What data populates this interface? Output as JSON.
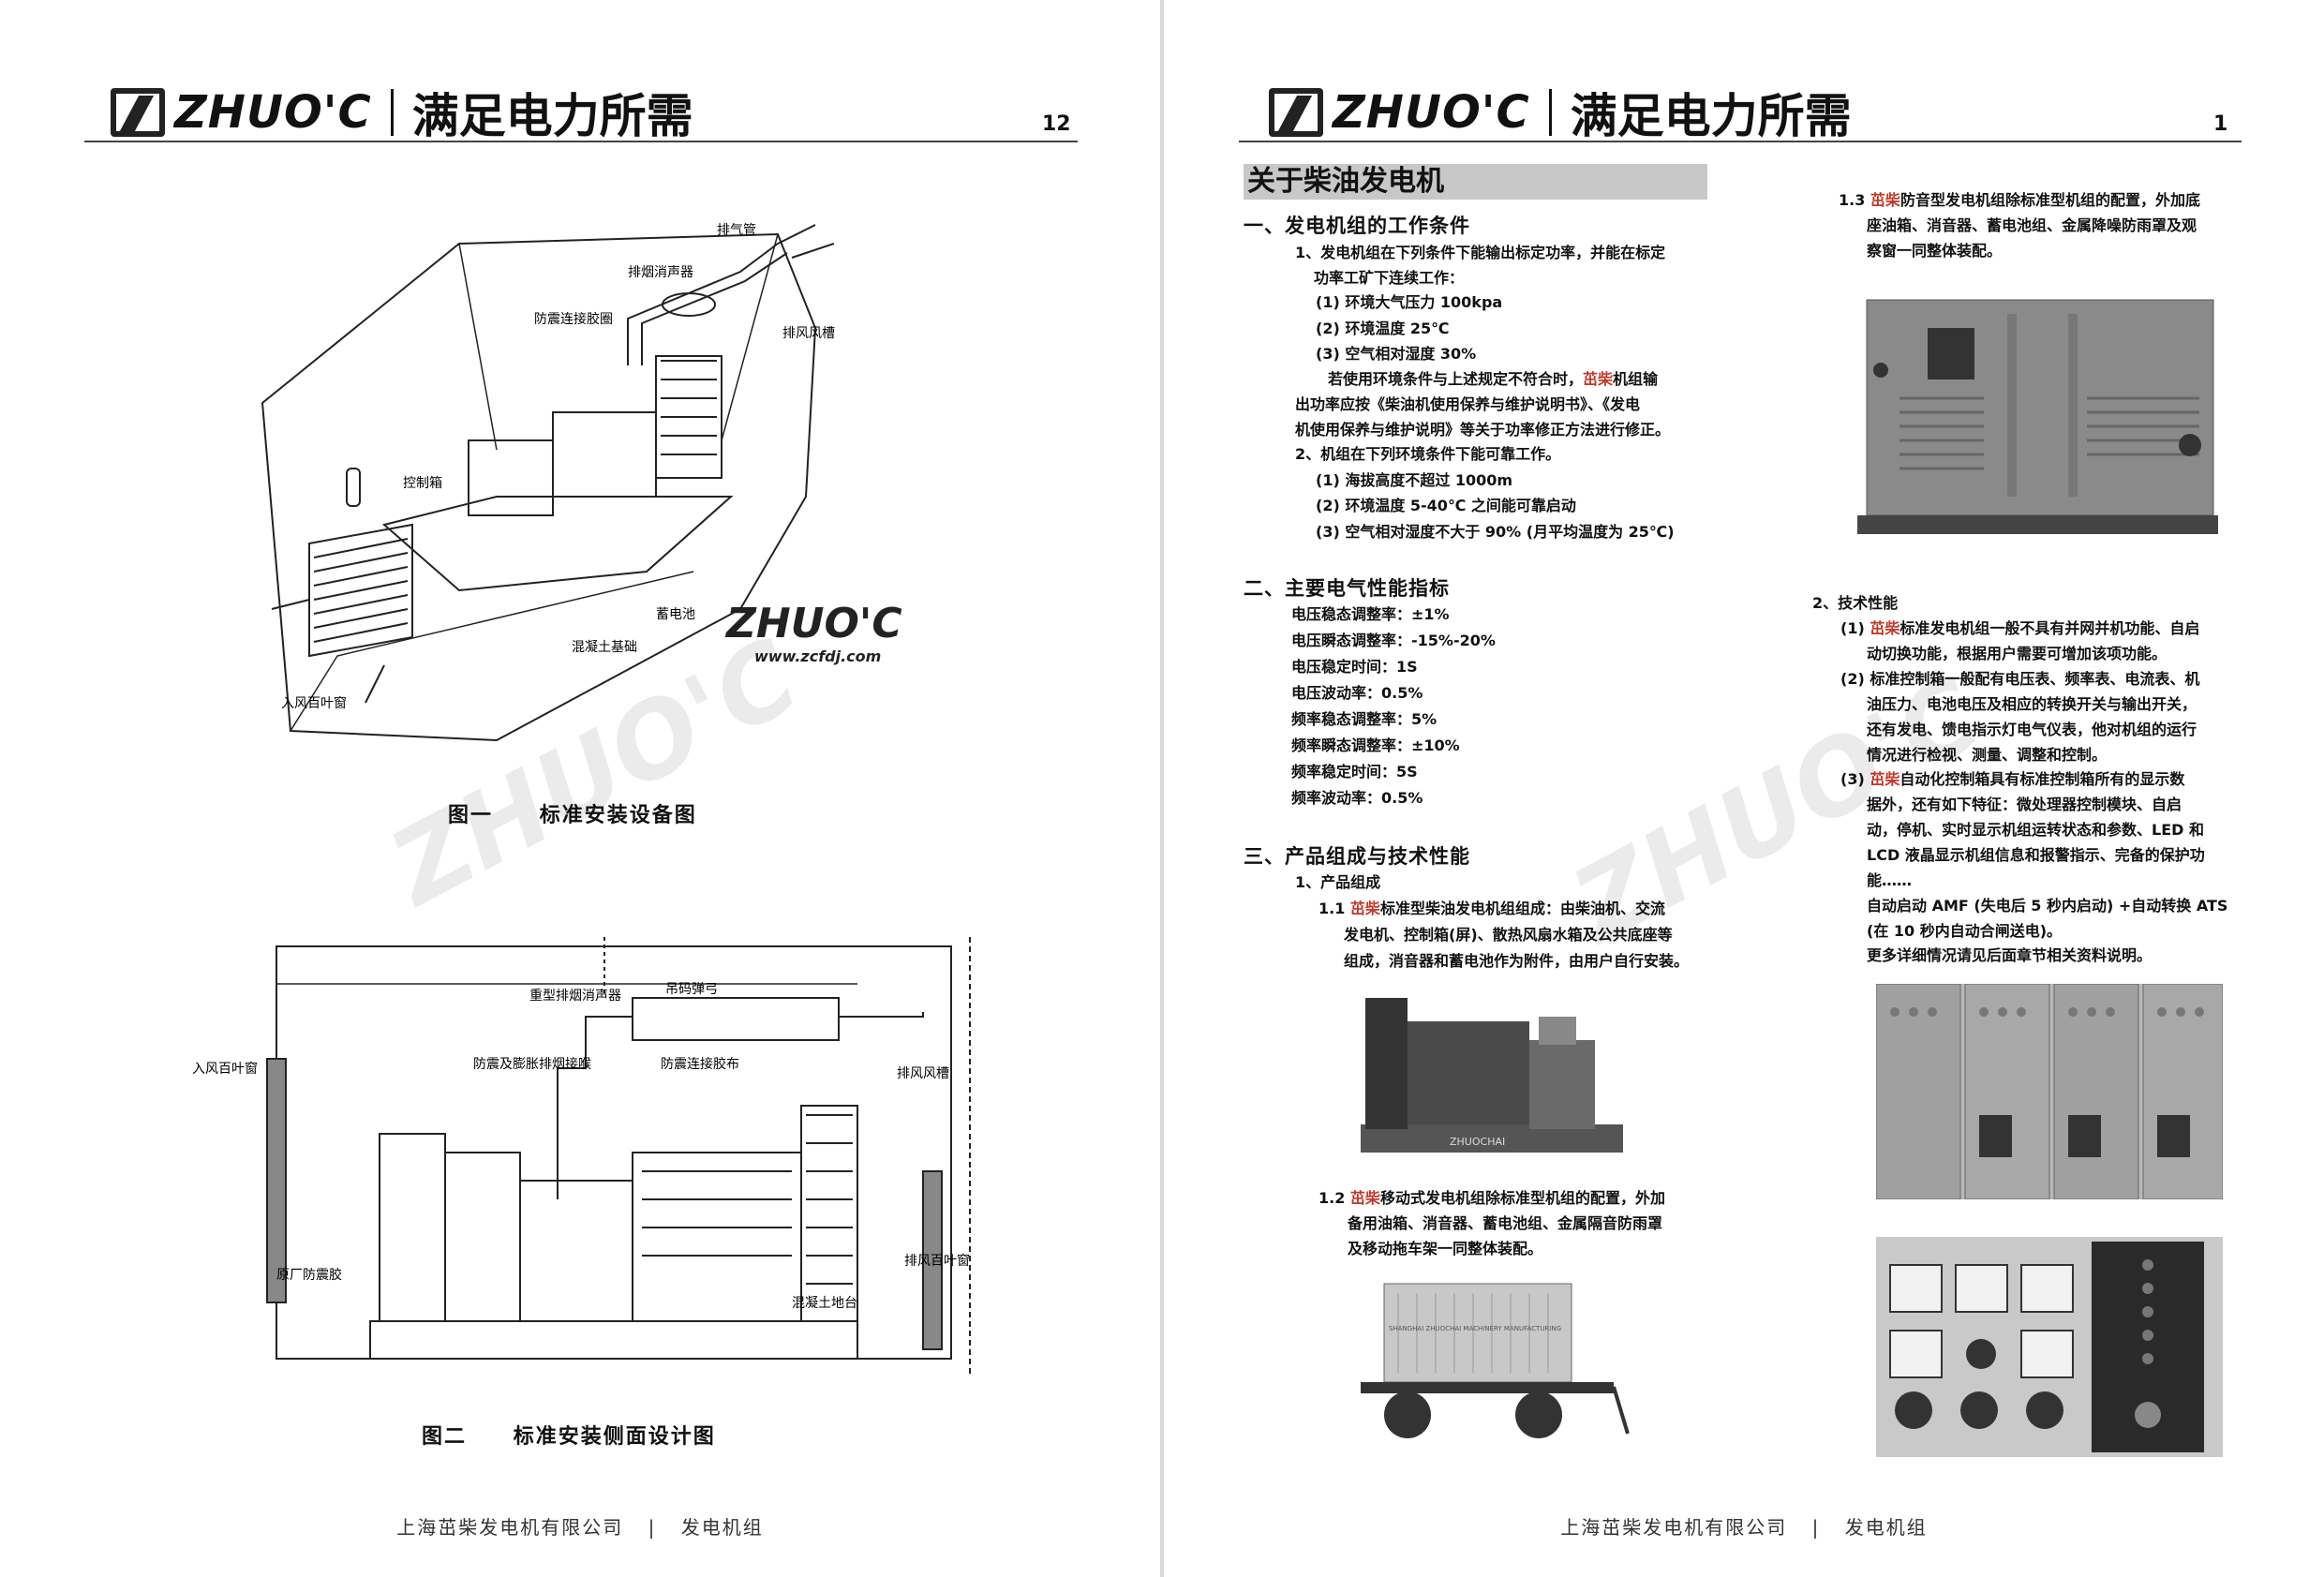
{
  "brand": {
    "name": "ZHUO'C",
    "slogan": "满足电力所需",
    "website": "www.zcfdj.com"
  },
  "left_page": {
    "page_number": "12",
    "figure1": {
      "labels": {
        "exhaust_pipe": "排气管",
        "exhaust_muffler": "排烟消声器",
        "anti_vibration": "防震连接胶圈",
        "exhaust_air_duct": "排风风槽",
        "control_box": "控制箱",
        "battery": "蓄电池",
        "concrete_base": "混凝土基础",
        "air_inlet": "入风百叶窗"
      },
      "caption_num": "图一",
      "caption_text": "标准安装设备图"
    },
    "figure2": {
      "labels": {
        "heavy_muffler": "重型排烟消声器",
        "hanging_hook": "吊码弹弓",
        "air_inlet": "入风百叶窗",
        "anti_vibration_bellows": "防震及膨胀排烟接喉",
        "anti_vibration_cloth": "防震连接胶布",
        "exhaust_duct": "排风风槽",
        "factory_rubber": "原厂防震胶",
        "exhaust_louver": "排风百叶窗",
        "concrete_base": "混凝土地台"
      },
      "caption_num": "图二",
      "caption_text": "标准安装侧面设计图"
    },
    "footer": {
      "company": "上海茁柴发电机有限公司",
      "category": "发电机组"
    }
  },
  "right_page": {
    "page_number": "1",
    "section_title": "关于柴油发电机",
    "s1": {
      "title": "一、发电机组的工作条件",
      "p1": "1、发电机组在下列条件下能输出标定功率，并能在标定",
      "p1b": "功率工矿下连续工作：",
      "c1": "(1) 环境大气压力 100kpa",
      "c2": "(2) 环境温度 25℃",
      "c3": "(3) 空气相对湿度 30%",
      "p2a": "若使用环境条件与上述规定不符合时，",
      "p2brand": "茁柴",
      "p2b": "机组输",
      "p2c": "出功率应按《柴油机使用保养与维护说明书》、《发电",
      "p2d": "机使用保养与维护说明》等关于功率修正方法进行修正。",
      "p3": "2、机组在下列环境条件下能可靠工作。",
      "d1": "(1) 海拔高度不超过 1000m",
      "d2": "(2) 环境温度 5-40℃ 之间能可靠启动",
      "d3": "(3) 空气相对湿度不大于 90% (月平均温度为 25℃)"
    },
    "s2": {
      "title": "二、主要电气性能指标",
      "items": [
        "电压稳态调整率：±1%",
        "电压瞬态调整率：-15%-20%",
        "电压稳定时间：1S",
        "电压波动率：0.5%",
        "频率稳态调整率：5%",
        "频率瞬态调整率：±10%",
        "频率稳定时间：5S",
        "频率波动率：0.5%"
      ]
    },
    "s3": {
      "title": "三、产品组成与技术性能",
      "sub": "1、产品组成",
      "i11a": "1.1 ",
      "i11brand": "茁柴",
      "i11b": "标准型柴油发电机组组成：由柴油机、交流",
      "i11c": "发电机、控制箱(屏)、散热风扇水箱及公共底座等",
      "i11d": "组成，消音器和蓄电池作为附件，由用户自行安装。",
      "i12a": "1.2 ",
      "i12brand": "茁柴",
      "i12b": "移动式发电机组除标准型机组的配置，外加",
      "i12c": "备用油箱、消音器、蓄电池组、金属隔音防雨罩",
      "i12d": "及移动拖车架一同整体装配。",
      "trailer_text": "SHANGHAI ZHUOCHAI MACHINERY MANUFACTURING",
      "engine_text": "ZHUOCHAI"
    },
    "col2": {
      "i13a": "1.3 ",
      "i13brand": "茁柴",
      "i13b": "防音型发电机组除标准型机组的配置，外加底",
      "i13c": "座油箱、消音器、蓄电池组、金属降噪防雨罩及观",
      "i13d": "察窗一同整体装配。",
      "t2": "2、技术性能",
      "q1a": "(1) ",
      "q1brand": "茁柴",
      "q1b": "标准发电机组一般不具有并网并机功能、自启",
      "q1c": "动切换功能，根据用户需要可增加该项功能。",
      "q2a": "(2) 标准控制箱一般配有电压表、频率表、电流表、机",
      "q2b": "油压力、电池电压及相应的转换开关与输出开关，",
      "q2c": "还有发电、馈电指示灯电气仪表，他对机组的运行",
      "q2d": "情况进行检视、测量、调整和控制。",
      "q3a": "(3) ",
      "q3brand": "茁柴",
      "q3b": "自动化控制箱具有标准控制箱所有的显示数",
      "q3c": "据外，还有如下特征：微处理器控制模块、自启",
      "q3d": "动，停机、实时显示机组运转状态和参数、LED 和",
      "q3e": "LCD 液晶显示机组信息和报警指示、完备的保护功",
      "q3f": "能……",
      "q4": "自动启动 AMF (失电后 5 秒内启动) +自动转换 ATS",
      "q5": "(在 10 秒内自动合闸送电)。",
      "q6": "更多详细情况请见后面章节相关资料说明。"
    },
    "footer": {
      "company": "上海茁柴发电机有限公司",
      "category": "发电机组"
    }
  }
}
